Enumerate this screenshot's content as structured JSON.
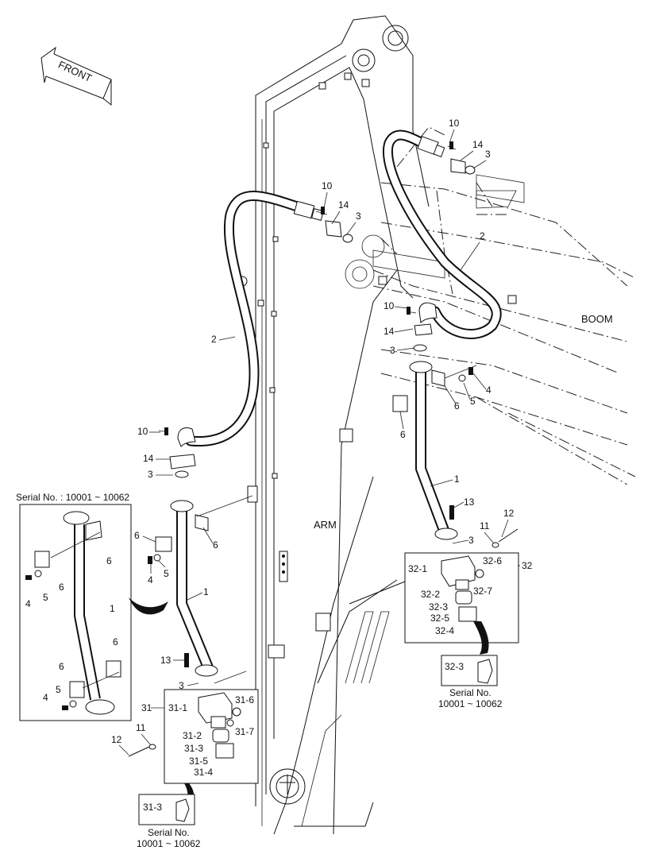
{
  "diagram": {
    "front_label": "FRONT",
    "region_labels": {
      "arm": "ARM",
      "boom": "BOOM"
    },
    "serial_range": "Serial No. : 10001 ~ 10062",
    "detail_left": {
      "part": "31-3",
      "serial_title": "Serial No.",
      "serial_range": "10001 ~ 10062"
    },
    "detail_right": {
      "part": "32-3",
      "serial_title": "Serial No.",
      "serial_range": "10001 ~ 10062"
    },
    "callouts_top_right": [
      "10",
      "14",
      "3",
      "2"
    ],
    "callouts_top_mid": [
      "10",
      "14",
      "3"
    ],
    "callouts_right_mid": [
      "10",
      "14",
      "3",
      "4",
      "5",
      "6",
      "6",
      "1",
      "13",
      "12",
      "11",
      "3"
    ],
    "callouts_left_hose": [
      "2",
      "10",
      "14",
      "3",
      "6",
      "6",
      "4",
      "5",
      "1",
      "13",
      "3",
      "31",
      "12",
      "11"
    ],
    "valve_left": [
      "31-1",
      "31-6",
      "31-7",
      "31-2",
      "31-3",
      "31-5",
      "31-4"
    ],
    "valve_right": [
      "32",
      "32-1",
      "32-6",
      "32-7",
      "32-2",
      "32-3",
      "32-5",
      "32-4"
    ],
    "serial_box": [
      "6",
      "6",
      "4",
      "5",
      "1",
      "6",
      "6",
      "5",
      "4"
    ]
  }
}
